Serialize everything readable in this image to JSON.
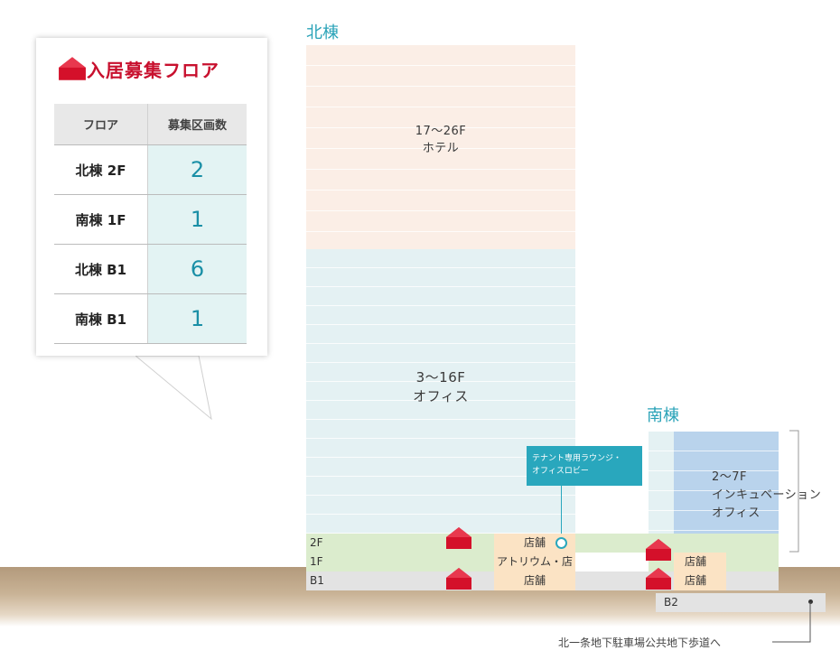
{
  "legend": {
    "title": "入居募集フロア",
    "headers": [
      "フロア",
      "募集区画数"
    ],
    "rows": [
      {
        "floor": "北棟 2F",
        "count": "2"
      },
      {
        "floor": "南棟 1F",
        "count": "1"
      },
      {
        "floor": "北棟 B1",
        "count": "6"
      },
      {
        "floor": "南棟 B1",
        "count": "1"
      }
    ]
  },
  "north": {
    "title": "北棟",
    "hotel_floors": "17〜26F",
    "hotel_use": "ホテル",
    "office_floors": "3〜16F",
    "office_use": "オフィス"
  },
  "south": {
    "title": "南棟",
    "incub_floors": "2〜7F",
    "incub_use_1": "インキュベーション",
    "incub_use_2": "オフィス"
  },
  "lounge": {
    "line1": "テナント専用ラウンジ・",
    "line2": "オフィスロビー"
  },
  "rows": {
    "f2": "2F",
    "f1": "1F",
    "b1": "B1",
    "b2": "B2"
  },
  "shops": {
    "north_2f": "店舗",
    "north_1f": "アトリウム・店舗",
    "north_b1": "店舗",
    "south_1f": "店舗",
    "south_b1": "店舗"
  },
  "note": "北一条地下駐車場公共地下歩道へ",
  "colors": {
    "accent_red": "#c8102e",
    "teal": "#29a7bd",
    "hotel": "#fbeee6",
    "office": "#e4f1f3",
    "incubation": "#b9d3ec",
    "retail_floor": "#dbeccd",
    "shop": "#fbe3c4"
  }
}
